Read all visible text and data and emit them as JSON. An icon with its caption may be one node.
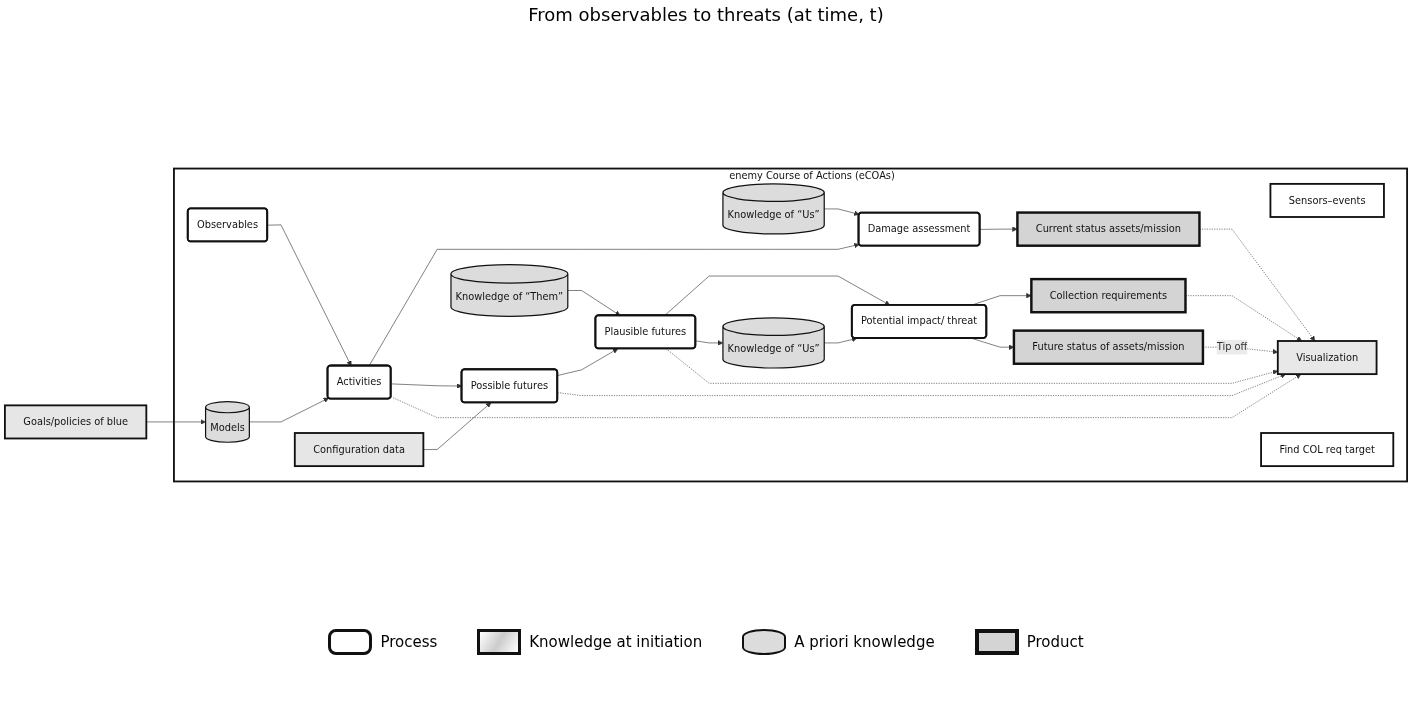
{
  "diagram": {
    "title": "From observables to threats (at time, t)",
    "nodes": [
      {
        "text": [
          "enemy Course of Actions (eCOAs)"
        ]
      },
      {
        "text": [
          "Sensors–events"
        ],
        "in": 0
      },
      {
        "text": [
          "Observables"
        ],
        "in": 0
      },
      {
        "text": [
          "Knowledge of “Us”"
        ],
        "in": 0
      },
      {
        "text": [
          "Activities"
        ],
        "in": 0
      },
      {
        "text": [
          "Damage assessment"
        ],
        "in": 0
      },
      {
        "text": [
          "Current status assets/mission"
        ],
        "in": 0
      },
      {
        "text": [
          "Collection requirements"
        ],
        "in": 0
      },
      {
        "text": [
          "Models"
        ],
        "in": 0
      },
      {
        "text": [
          "Possible futures"
        ],
        "in": 0
      },
      {
        "text": [
          "Plausible futures"
        ],
        "in": 0
      },
      {
        "text": [
          "Potential impact/ threat"
        ],
        "in": 0
      },
      {
        "text": [
          "Future status of assets/mission"
        ],
        "in": 0
      },
      {
        "text": [
          "Configuration data"
        ],
        "in": 0
      },
      {
        "text": [
          "Knowledge of “Them”"
        ],
        "in": 0
      },
      {
        "text": [
          "Knowledge of “Us”"
        ],
        "in": 0
      },
      {
        "text": [
          "Visualization"
        ],
        "in": 0
      },
      {
        "text": [
          "Find COL req target"
        ],
        "in": 0
      },
      {
        "text": [
          "Goals/policies of blue"
        ]
      }
    ],
    "edges": [
      {
        "from": 2,
        "to": 4,
        "arrow": "to"
      },
      {
        "from": 3,
        "to": 5,
        "arrow": "to"
      },
      {
        "from": 4,
        "to": 5,
        "arrow": "to"
      },
      {
        "from": 5,
        "to": 6,
        "arrow": "to"
      },
      {
        "from": 8,
        "to": 4,
        "arrow": "to"
      },
      {
        "from": 18,
        "to": 8,
        "arrow": "to"
      },
      {
        "from": 4,
        "to": 9,
        "arrow": "to"
      },
      {
        "from": 4,
        "to": 16,
        "arrow": "to",
        "style": "dashed"
      },
      {
        "from": 9,
        "to": 10,
        "arrow": "to"
      },
      {
        "from": 9,
        "to": 16,
        "arrow": "to",
        "style": "dashed"
      },
      {
        "from": 13,
        "to": 9,
        "arrow": "to"
      },
      {
        "from": 14,
        "to": 10,
        "arrow": "to"
      },
      {
        "from": 10,
        "to": 11,
        "arrow": "to"
      },
      {
        "from": 10,
        "to": 15,
        "arrow": "to"
      },
      {
        "from": 10,
        "to": 16,
        "arrow": "to",
        "style": "dashed"
      },
      {
        "from": 15,
        "to": 11,
        "arrow": "to"
      },
      {
        "from": 11,
        "to": 7,
        "arrow": "to"
      },
      {
        "from": 11,
        "to": 12,
        "arrow": "to"
      },
      {
        "from": 6,
        "to": 16,
        "arrow": "to",
        "style": "dashed"
      },
      {
        "from": 7,
        "to": 16,
        "arrow": "to",
        "style": "dashed"
      },
      {
        "from": 12,
        "to": 16,
        "arrow": "to",
        "style": "dashed",
        "label": "Tip off"
      }
    ],
    "legend": [
      {
        "text": "Process"
      },
      {
        "text": "Knowledge at initiation"
      },
      {
        "text": "A priori knowledge"
      },
      {
        "text": "Product"
      }
    ]
  }
}
